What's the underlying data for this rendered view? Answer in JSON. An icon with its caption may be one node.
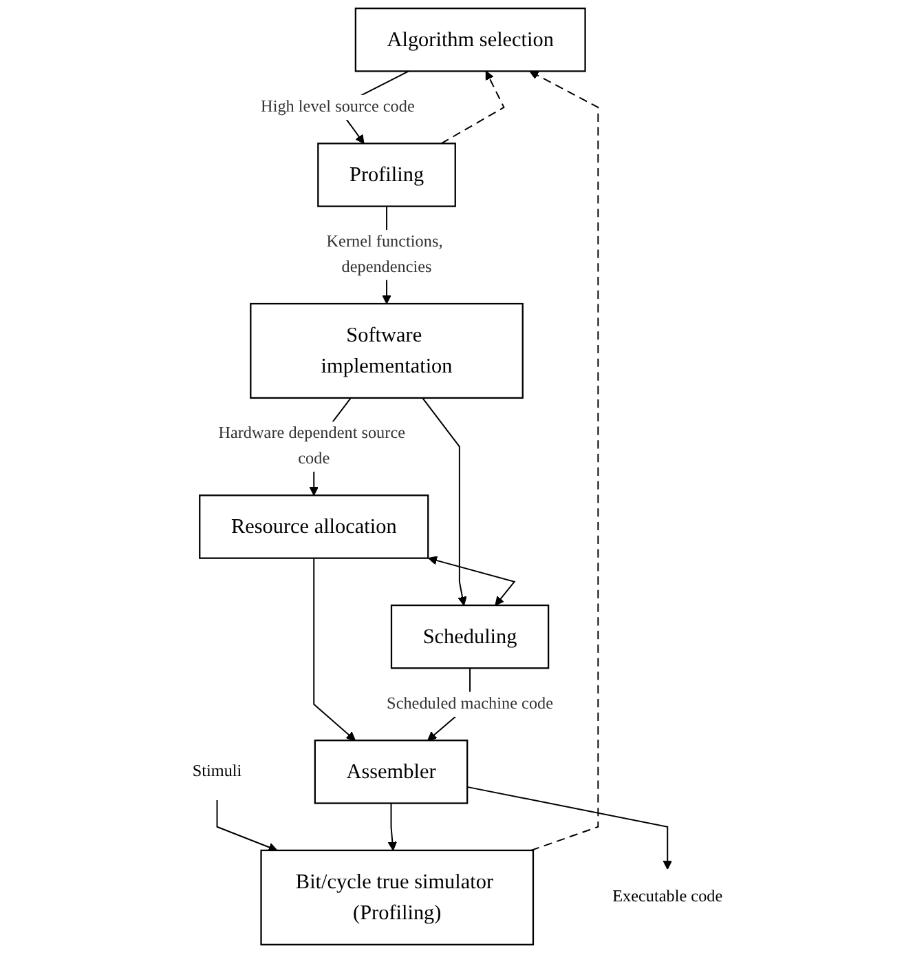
{
  "diagram": {
    "nodes": [
      {
        "text": [
          "Algorithm selection"
        ]
      },
      {
        "text": [
          "Profiling"
        ]
      },
      {
        "text": [
          "Software implementation"
        ]
      },
      {
        "text": [
          "Resource allocation"
        ]
      },
      {
        "text": [
          "Scheduling"
        ]
      },
      {
        "text": [
          "Assembler"
        ]
      },
      {
        "text": [
          "Stimuli"
        ]
      },
      {
        "text": [
          "Executable code"
        ]
      },
      {
        "text": [
          "Bit/cycle true simulator (Profiling)"
        ]
      }
    ],
    "edges": [
      {
        "from": 0,
        "to": 1,
        "arrow": "to",
        "label": "High level source code"
      },
      {
        "from": 1,
        "to": 2,
        "arrow": "to",
        "label": "Kernel functions, dependencies"
      },
      {
        "from": 1,
        "to": 0,
        "arrow": "to",
        "style": "dashed"
      },
      {
        "from": 2,
        "to": 3,
        "arrow": "to",
        "label": "Hardware dependent source code"
      },
      {
        "from": 2,
        "to": 4,
        "arrow": "to"
      },
      {
        "from": 3,
        "to": 4,
        "arrow": "both"
      },
      {
        "from": 3,
        "to": 5,
        "arrow": "to"
      },
      {
        "from": 4,
        "to": 5,
        "arrow": "to",
        "label": "Scheduled machine code"
      },
      {
        "from": 6,
        "to": 8,
        "arrow": "to"
      },
      {
        "from": 5,
        "to": 8,
        "arrow": "to"
      },
      {
        "from": 5,
        "to": 7,
        "arrow": "to"
      },
      {
        "from": 8,
        "to": 0,
        "arrow": "to",
        "style": "dashed"
      }
    ]
  }
}
